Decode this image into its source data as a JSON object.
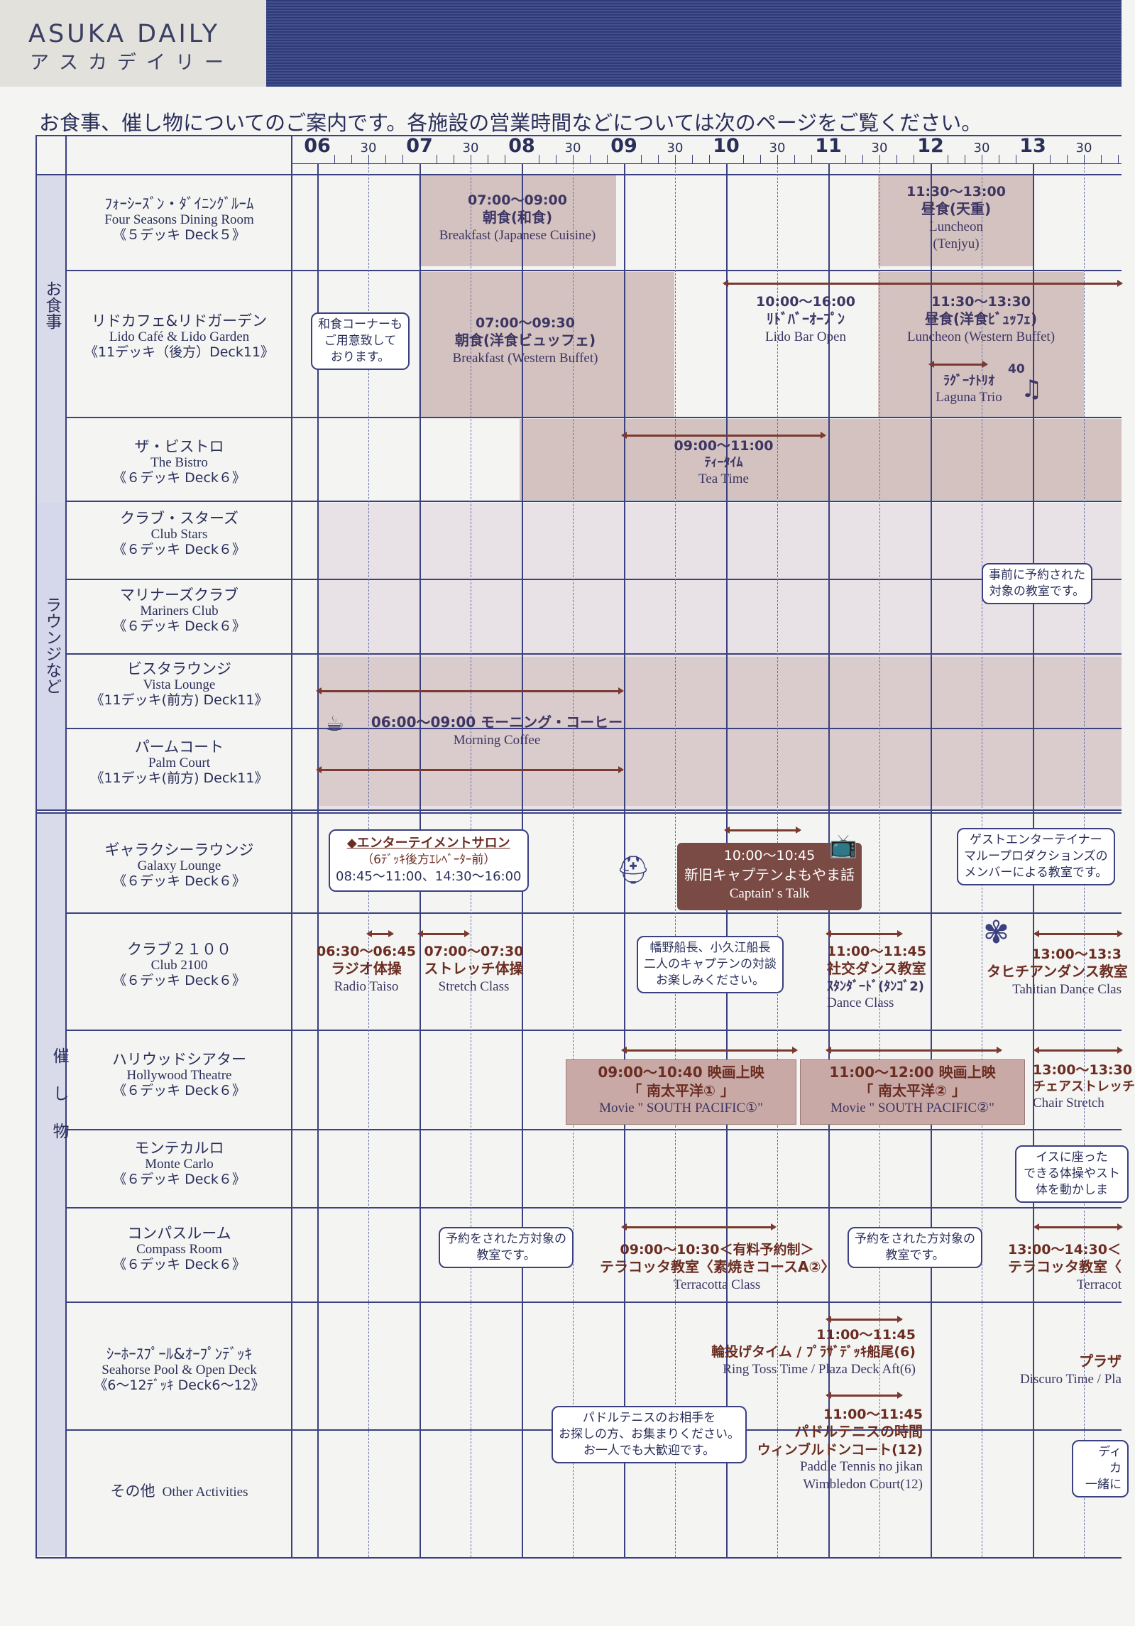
{
  "header": {
    "brand": "ASUKA DAILY",
    "brand_kana": "アスカデイリー",
    "intro": "お食事、催し物についてのご案内です。各施設の営業時間などについては次のページをご覧ください。"
  },
  "timeline": {
    "hours": [
      "06",
      "07",
      "08",
      "09",
      "10",
      "11",
      "12",
      "13"
    ],
    "half": "30"
  },
  "categories": {
    "dining": "お食事",
    "lounge": "ラウンジなど",
    "events": "催し物"
  },
  "venues": [
    {
      "jp": "ﾌｫｰｼｰｽﾞﾝ・ﾀﾞｲﾆﾝｸﾞﾙｰﾑ",
      "en": "Four Seasons Dining Room",
      "deck": "《５デッキ Deck５》"
    },
    {
      "jp": "リドカフェ&リドガーデン",
      "en": "Lido Café & Lido Garden",
      "deck": "《11デッキ（後方）Deck11》"
    },
    {
      "jp": "ザ・ビストロ",
      "en": "The Bistro",
      "deck": "《６デッキ Deck６》"
    },
    {
      "jp": "クラブ・スターズ",
      "en": "Club Stars",
      "deck": "《６デッキ Deck６》"
    },
    {
      "jp": "マリナーズクラブ",
      "en": "Mariners Club",
      "deck": "《６デッキ Deck６》"
    },
    {
      "jp": "ビスタラウンジ",
      "en": "Vista Lounge",
      "deck": "《11デッキ(前方) Deck11》"
    },
    {
      "jp": "パームコート",
      "en": "Palm Court",
      "deck": "《11デッキ(前方) Deck11》"
    },
    {
      "jp": "ギャラクシーラウンジ",
      "en": "Galaxy Lounge",
      "deck": "《６デッキ Deck６》"
    },
    {
      "jp": "クラブ２１００",
      "en": "Club 2100",
      "deck": "《６デッキ Deck６》"
    },
    {
      "jp": "ハリウッドシアター",
      "en": "Hollywood Theatre",
      "deck": "《６デッキ Deck６》"
    },
    {
      "jp": "モンテカルロ",
      "en": "Monte Carlo",
      "deck": "《６デッキ Deck６》"
    },
    {
      "jp": "コンパスルーム",
      "en": "Compass Room",
      "deck": "《６デッキ Deck６》"
    },
    {
      "jp": "ｼｰﾎｰｽﾌﾟｰﾙ&ｵｰﾌﾟﾝﾃﾞｯｷ",
      "en": "Seahorse Pool & Open Deck",
      "deck": "《6〜12ﾃﾞｯｷ Deck6〜12》"
    },
    {
      "jp": "その他",
      "en": "Other Activities",
      "deck": ""
    }
  ],
  "events": {
    "fs_breakfast": {
      "time": "07:00〜09:00",
      "jp": "朝食(和食)",
      "en": "Breakfast (Japanese Cuisine)"
    },
    "fs_lunch": {
      "time": "11:30〜13:00",
      "jp": "昼食(天重)",
      "en": "Luncheon",
      "en2": "(Tenjyu)"
    },
    "lido_note": "和食コーナーも\nご用意致して\nおります。",
    "lido_breakfast": {
      "time": "07:00〜09:30",
      "jp": "朝食(洋食ビュッフェ)",
      "en": "Breakfast (Western Buffet)"
    },
    "lido_bar": {
      "time": "10:00〜16:00",
      "jp": "ﾘﾄﾞﾊﾞｰｵｰﾌﾟﾝ",
      "en": "Lido Bar Open"
    },
    "lido_lunch": {
      "time": "11:30〜13:30",
      "jp": "昼食(洋食ﾋﾞｭｯﾌｪ)",
      "en": "Luncheon (Western Buffet)"
    },
    "laguna": {
      "num": "40",
      "jp": "ﾗｸﾞｰﾅﾄﾘｵ",
      "en": "Laguna Trio"
    },
    "bistro_tea": {
      "time": "09:00〜11:00",
      "jp": "ﾃｨｰﾀｲﾑ",
      "en": "Tea Time"
    },
    "reserve_note": "事前に予約された\n対象の教室です。",
    "morning_coffee": {
      "jp": "06:00〜09:00 モーニング・コーヒー",
      "en": "Morning  Coffee"
    },
    "salon": {
      "l1": "◆エンターテイメントサロン",
      "l2": "（6ﾃﾞｯｷ後方ｴﾚﾍﾞｰﾀｰ前）",
      "l3": "08:45〜11:00、14:30〜16:00"
    },
    "captain": {
      "time": "10:00〜10:45",
      "jp": "新旧キャプテンよもやま話",
      "en": "Captain' s Talk"
    },
    "guest_note": "ゲストエンターテイナー\nマループロダクションズの\nメンバーによる教室です。",
    "radio": {
      "time": "06:30〜06:45",
      "jp": "ラジオ体操",
      "en": "Radio Taiso"
    },
    "stretch": {
      "time": "07:00〜07:30",
      "jp": "ストレッチ体操",
      "en": "Stretch Class"
    },
    "captain_note": "幡野船長、小久江船長\n二人のキャプテンの対談\nお楽しみください。",
    "dance": {
      "time": "11:00〜11:45",
      "jp": "社交ダンス教室",
      "jp2": "ｽﾀﾝﾀﾞｰﾄﾞ(ﾀﾝｺﾞ2)",
      "en": "Dance Class"
    },
    "tahiti": {
      "time": "13:00〜13:3",
      "jp": "タヒチアンダンス教室",
      "en": "Tahitian Dance Clas"
    },
    "movie1": {
      "l1": "09:00〜10:40  映画上映",
      "l2": "「 南太平洋①  」",
      "l3": "Movie \" SOUTH PACIFIC①\""
    },
    "movie2": {
      "l1": "11:00〜12:00  映画上映",
      "l2": "「 南太平洋②  」",
      "l3": "Movie \" SOUTH PACIFIC②\""
    },
    "chair": {
      "time": "13:00〜13:30",
      "jp": "チェアストレッチ",
      "en": "Chair Stretch"
    },
    "chair_note": "イスに座った\nできる体操やスト\n体を動かしま",
    "compass_note1": "予約をされた方対象の\n教室です。",
    "terracotta": {
      "time": "09:00〜10:30＜有料予約制＞",
      "jp": "テラコッタ教室〈素焼きコースA②〉",
      "en": "Terracotta Class"
    },
    "compass_note2": "予約をされた方対象の\n教室です。",
    "terracotta2": {
      "time": "13:00〜14:30＜",
      "jp": "テラコッタ教室〈",
      "en": "Terracot"
    },
    "ringtoss": {
      "time": "11:00〜11:45",
      "jp": "輪投げタイム / ﾌﾟﾗｻﾞﾃﾞｯｷ船尾(6)",
      "en": "Ring Toss Time / Plaza Deck Aft(6)"
    },
    "discuro": {
      "jp": "プラザ",
      "en": "Discuro Time / Pla"
    },
    "paddle_note": "パドルテニスのお相手を\nお探しの方、お集まりください。\nお一人でも大歓迎です。",
    "paddle": {
      "time": "11:00〜11:45",
      "jp": "パドルテニスの時間",
      "jp2": "ウィンブルドンコート(12)",
      "en": "Paddle Tennis no jikan",
      "en2": "Wimbledon Court(12)"
    },
    "other_note": "ディ\nカ\n一緒に"
  }
}
